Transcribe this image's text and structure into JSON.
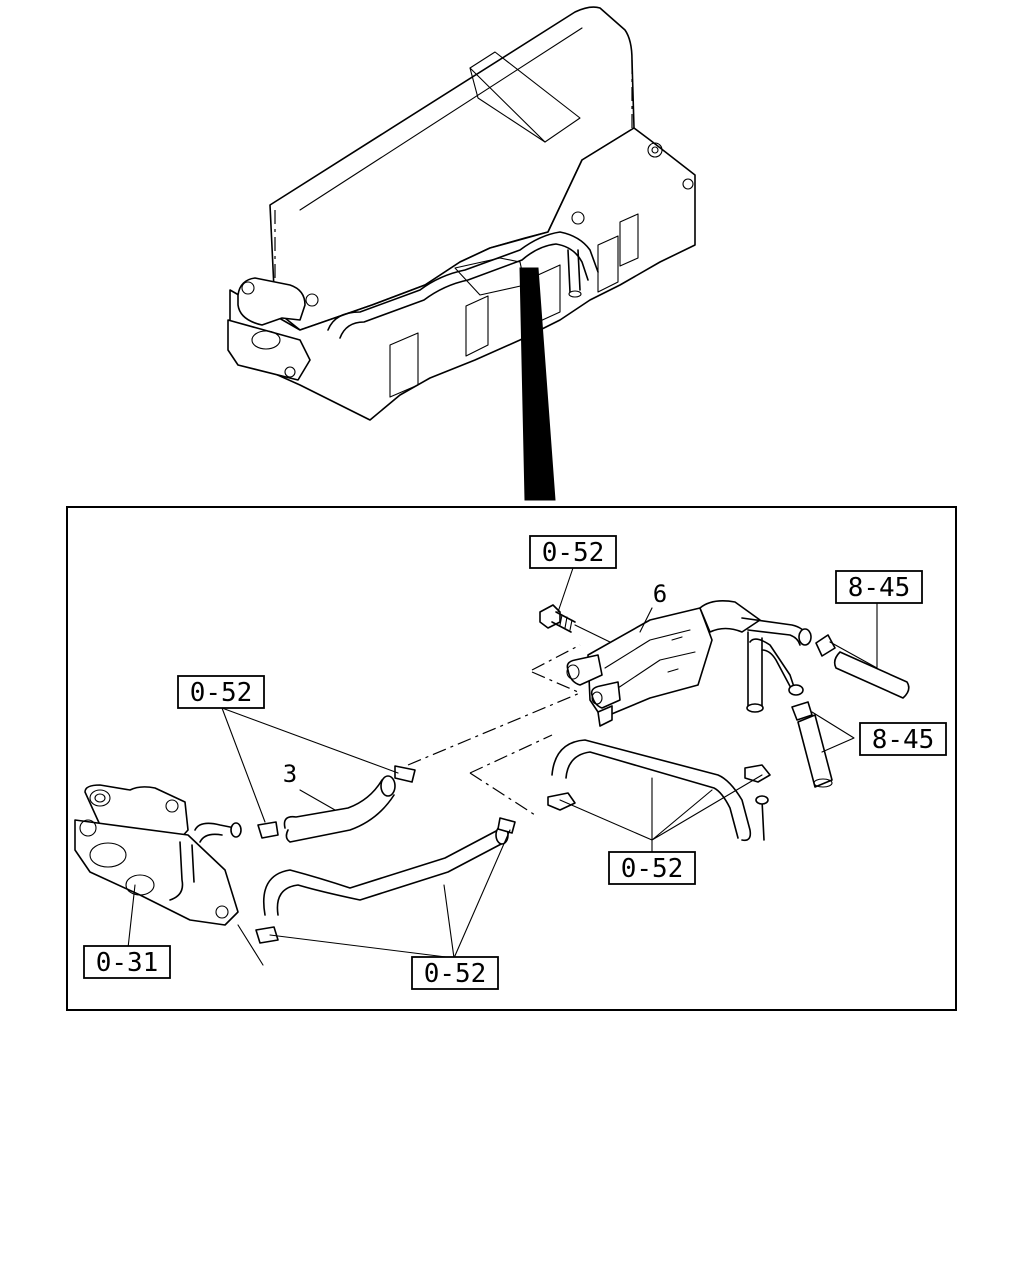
{
  "labels": {
    "ref_top": "0-52",
    "ref_left": "0-52",
    "ref_right_top": "8-45",
    "ref_right_mid": "8-45",
    "ref_center": "0-52",
    "ref_bottom": "0-52",
    "ref_bottom_left": "0-31"
  },
  "part_numbers": {
    "hose_upper": "6",
    "hose_small": "3"
  }
}
